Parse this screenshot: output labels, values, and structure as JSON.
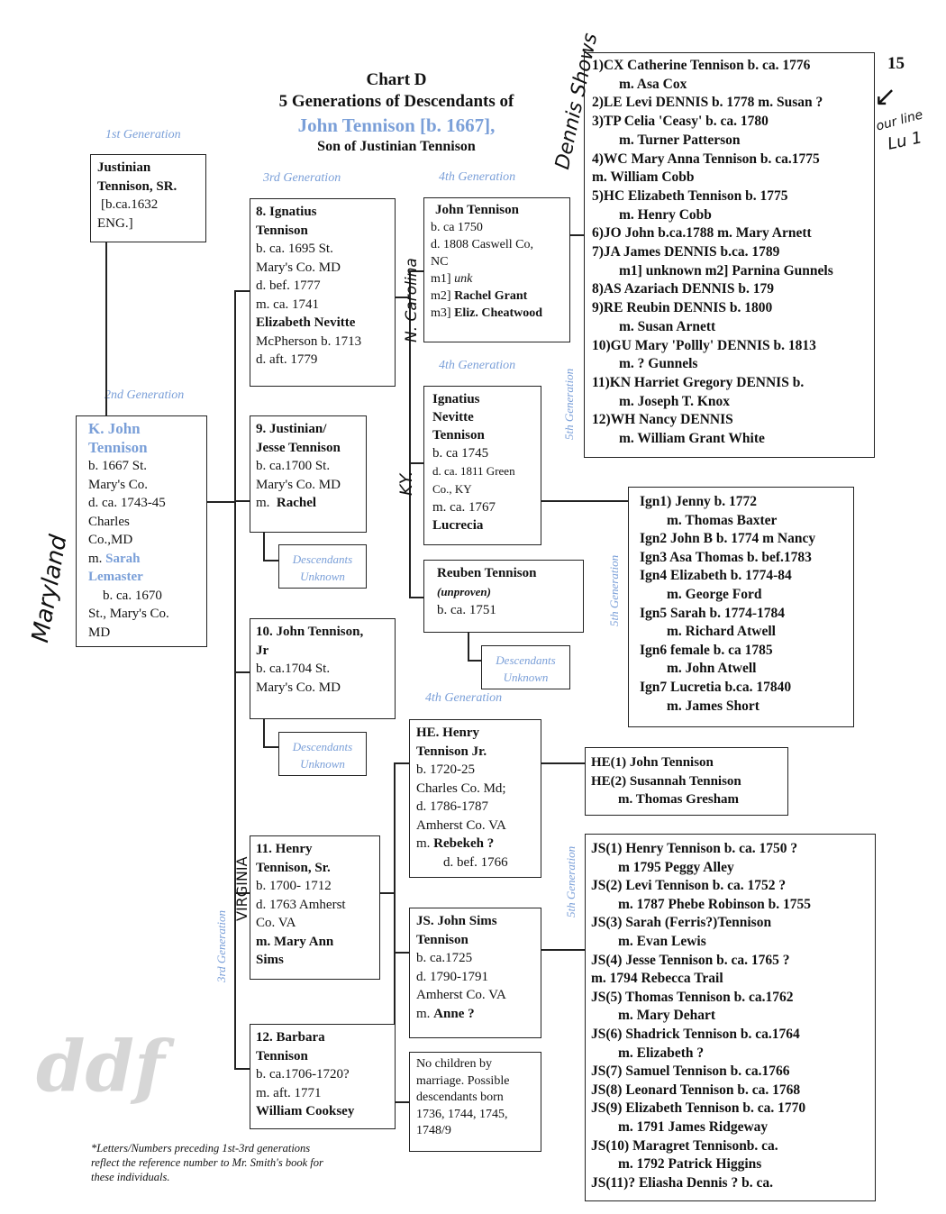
{
  "header": {
    "page_number": "15",
    "chart": "Chart D",
    "subtitle": "5 Generations of Descendants of",
    "subject": "John Tennison [b. 1667],",
    "son_of": "Son of Justinian Tennison"
  },
  "generation_labels": {
    "g1": "1st Generation",
    "g2": "2nd Generation",
    "g3_top": "3rd Generation",
    "g3_side": "3rd Generation",
    "g4_a": "4th Generation",
    "g4_b": "4th Generation",
    "g4_c": "4th Generation",
    "g5_a": "5th Generation",
    "g5_b": "5th Generation",
    "g5_c": "5th Generation"
  },
  "handwriting": {
    "maryland": "Maryland",
    "dennis_shows": "Dennis Shows",
    "our_line": "our line",
    "line_number": "Lu 1",
    "ncarolina": "N. Carolina",
    "ky": "KY.",
    "virginia": "VIRGINIA",
    "watermark": "ddf"
  },
  "unknown_label": "Descendants Unknown",
  "footnote": "*Letters/Numbers preceding 1st-3rd generations reflect the reference number to Mr. Smith's book for these individuals.",
  "gen1": [
    "Justinian",
    "Tennison, SR.",
    "[b.ca.1632",
    "ENG.]"
  ],
  "gen2": {
    "name1": "K. John",
    "name2": "Tennison",
    "lines": [
      "b. 1667 St.",
      "Mary's Co.",
      "d. ca. 1743-45",
      "Charles",
      "Co.,MD"
    ],
    "m": "m.",
    "spouse1": "Sarah",
    "spouse2": "Lemaster",
    "after": [
      "b. ca. 1670",
      "St., Mary's Co.",
      "MD"
    ]
  },
  "gen3": {
    "ignatius": [
      "8. Ignatius",
      "Tennison",
      "b. ca. 1695 St.",
      "Mary's Co. MD",
      "d. bef. 1777",
      "m. ca. 1741",
      "Elizabeth Nevitte",
      "McPherson b. 1713",
      "d. aft. 1779"
    ],
    "justinian": [
      "9. Justinian/",
      "Jesse Tennison",
      "b. ca.1700 St.",
      "Mary's Co. MD",
      "m.",
      "Rachel"
    ],
    "john": [
      "10. John Tennison,",
      "Jr",
      "b. ca.1704 St.",
      "Mary's Co. MD"
    ],
    "henry": [
      "11. Henry",
      "Tennison, Sr.",
      "b. 1700- 1712",
      "d. 1763 Amherst",
      "Co. VA",
      "m. Mary Ann",
      "Sims"
    ],
    "barbara": [
      "12. Barbara",
      "Tennison",
      "b. ca.1706-1720?",
      "m. aft. 1771",
      "William Cooksey"
    ]
  },
  "gen4": {
    "john_t": [
      "John Tennison",
      "b. ca 1750",
      "d. 1808 Caswell Co,",
      "NC",
      "m1] unk",
      "m2] Rachel Grant",
      "m3] Eliz. Cheatwood"
    ],
    "ignatius_n": [
      "Ignatius",
      "Nevitte",
      "Tennison",
      "b. ca 1745",
      "d. ca. 1811 Green",
      "Co., KY",
      "m. ca. 1767",
      "Lucrecia"
    ],
    "reuben": [
      "Reuben Tennison",
      "(unproven)",
      "b. ca. 1751"
    ],
    "henry_jr": [
      "HE. Henry",
      "Tennison Jr.",
      "b. 1720-25",
      "Charles Co. Md;",
      "d. 1786-1787",
      "Amherst Co. VA",
      "m. Rebekeh ?",
      "d. bef. 1766"
    ],
    "john_sims": [
      "JS. John  Sims",
      "Tennison",
      "b. ca.1725",
      "d. 1790-1791",
      "Amherst Co. VA",
      "m. Anne ?"
    ],
    "no_children": [
      "No children by",
      "marriage. Possible",
      "descendants born",
      "1736, 1744, 1745,",
      "1748/9"
    ]
  },
  "gen5_dennis": [
    "1)CX Catherine Tennison b. ca. 1776",
    "m. Asa Cox",
    "2)LE  Levi DENNIS b. 1778 m. Susan ?",
    "3)TP Celia 'Ceasy' b. ca. 1780",
    "m. Turner Patterson",
    "4)WC Mary Anna Tennison b. ca.1775",
    "m. William Cobb",
    "5)HC Elizabeth Tennison b. 1775",
    "m. Henry Cobb",
    "6)JO  John  b.ca.1788  m.  Mary Arnett",
    "7)JA  James DENNIS  b.ca. 1789",
    "m1]  unknown  m2]  Parnina Gunnels",
    "8)AS  Azariach DENNIS b.  179",
    "9)RE  Reubin DENNIS b. 1800",
    "m. Susan Arnett",
    "10)GU Mary 'Pollly' DENNIS b. 1813",
    "m. ? Gunnels",
    "11)KN Harriet Gregory DENNIS b.",
    "m. Joseph T. Knox",
    "12)WH Nancy DENNIS",
    "m. William Grant White"
  ],
  "gen5_ign": [
    "Ign1)  Jenny b. 1772",
    "m. Thomas Baxter",
    "Ign2  John B b. 1774 m Nancy",
    "Ign3  Asa Thomas b. bef.1783",
    "Ign4  Elizabeth b. 1774-84",
    "m. George Ford",
    "Ign5  Sarah b. 1774-1784",
    "m. Richard Atwell",
    "Ign6  female b. ca 1785",
    "m. John Atwell",
    "Ign7  Lucretia b.ca. 17840",
    "m. James Short"
  ],
  "gen5_he": [
    "HE(1) John Tennison",
    "HE(2) Susannah Tennison",
    "m. Thomas Gresham"
  ],
  "gen5_js": [
    "JS(1) Henry Tennison b. ca. 1750 ?",
    "m 1795  Peggy Alley",
    "JS(2) Levi Tennison b. ca. 1752 ?",
    "m. 1787  Phebe Robinson b. 1755",
    "JS(3) Sarah (Ferris?)Tennison",
    "m. Evan Lewis",
    "JS(4) Jesse Tennison b. ca. 1765 ?",
    "m. 1794  Rebecca Trail",
    "JS(5)  Thomas Tennison  b. ca.1762",
    "m. Mary Dehart",
    "JS(6)  Shadrick Tennison b. ca.1764",
    "m. Elizabeth ?",
    "JS(7)  Samuel Tennison  b. ca.1766",
    "JS(8)  Leonard Tennison  b. ca. 1768",
    "JS(9) Elizabeth Tennison b. ca.  1770",
    "m. 1791 James Ridgeway",
    "JS(10)  Maragret Tennisonb. ca.",
    "m. 1792 Patrick Higgins",
    "JS(11)?  Eliasha Dennis ?  b. ca."
  ]
}
